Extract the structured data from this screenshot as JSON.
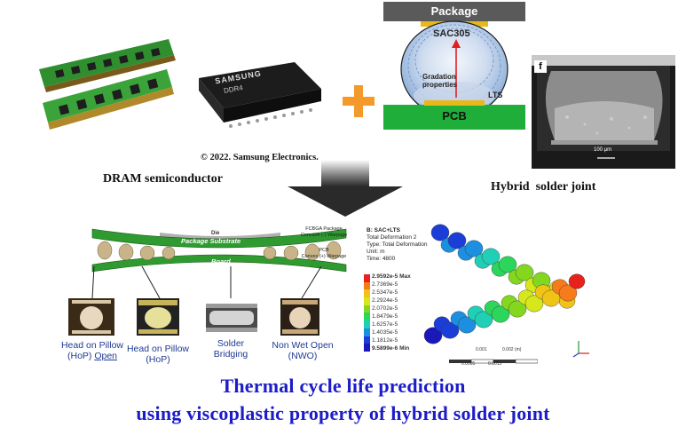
{
  "colors": {
    "title": "#1c1cc8",
    "pcb_green": "#1fae3a",
    "package_gray": "#5a5a5a",
    "pad_gold": "#e8b818",
    "arrow_red": "#e02020",
    "plus_orange": "#f39a2a"
  },
  "icons": [
    "dram-module-image",
    "dram-chip-image",
    "plus-icon",
    "down-arrow-icon",
    "xyz-axes-icon"
  ],
  "top": {
    "chip_brand": "SAMSUNG",
    "chip_model": "DDR4",
    "copyright": "© 2022. Samsung Electronics.",
    "dram_caption": "DRAM semiconductor",
    "hybrid_caption": "Hybrid  solder joint"
  },
  "solder_diagram": {
    "package_label": "Package",
    "alloy_label": "SAC305",
    "gradation_label": "Gradation\nproperties",
    "lts_label": "LTS",
    "pcb_label": "PCB"
  },
  "micrograph": {
    "panel_label": "f",
    "scale_label": "100 μm"
  },
  "warpage": {
    "die_label": "Die",
    "substrate_label": "Package Substrate",
    "board_label": "Board",
    "package_note": "FCBGA Package",
    "concave_note": "Concave (-) Warpage",
    "pcb_note": "PCB",
    "convex_note": "Convex (+) Warpage"
  },
  "failure_modes": [
    {
      "line1": "Head on Pillow",
      "line2": "(HoP) ",
      "line2_underlined": "Open"
    },
    {
      "line1": "Head on Pillow",
      "line2": "(HoP)",
      "line2_underlined": ""
    },
    {
      "line1": "Solder",
      "line2": "Bridging",
      "line2_underlined": ""
    },
    {
      "line1": "Non Wet Open",
      "line2": "(NWO)",
      "line2_underlined": ""
    }
  ],
  "fea": {
    "header": "B: SAC+LTS",
    "lines": [
      "Total Deformation 2",
      "Type: Total Deformation",
      "Unit: m",
      "Time: 4800"
    ],
    "legend_max": "2.9592e-5 Max",
    "legend_values": [
      "2.7369e-5",
      "2.5347e-5",
      "2.2924e-5",
      "2.0702e-5",
      "1.8479e-5",
      "1.6257e-5",
      "1.4035e-5",
      "1.1812e-5"
    ],
    "legend_min": "9.5899e-6 Min",
    "legend_colors": [
      "#e8211c",
      "#f77b1a",
      "#f0c417",
      "#d6e81c",
      "#83d71f",
      "#2bd65b",
      "#1fcfb6",
      "#1d8fe0",
      "#1c3ed8",
      "#1a18b8"
    ],
    "scale_mid": "0.001",
    "scale_end": "0.002 (m)",
    "scale_sub": "0.0005",
    "scale_sub2": "0.0015"
  },
  "title": {
    "line1": "Thermal cycle life prediction",
    "line2": "using viscoplastic property of hybrid solder joint"
  }
}
